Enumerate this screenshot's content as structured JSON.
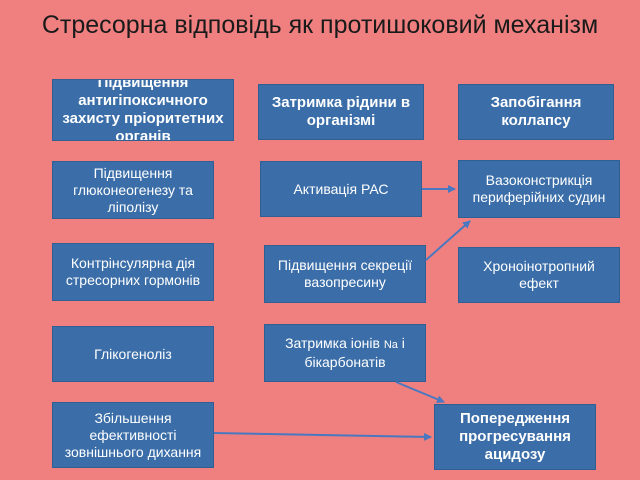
{
  "title": "Стресорна відповідь як протишоковий механізм",
  "headers": {
    "col1": "Підвищення антигіпоксичного захисту пріоритетних органів",
    "col2": "Затримка рідини в організмі",
    "col3": "Запобігання коллапсу"
  },
  "col1": [
    "Підвищення глюконеогенезу та ліполізу",
    "Контрінсулярна дія стресорних гормонів",
    "Глікогеноліз",
    "Збільшення ефективності зовнішнього дихання"
  ],
  "col2": {
    "item1": "Активація РАС",
    "item2": "Підвищення секреції вазопресину",
    "item3_before": "Затримка іонів ",
    "item3_na": "Na",
    "item3_after": " і бікарбонатів"
  },
  "col3": [
    "Вазоконстрикція периферійних судин",
    "Хроноінотропний ефект"
  ],
  "result": "Попередження прогресування ацидозу",
  "colors": {
    "background": "#F08080",
    "box_fill": "#3B6EA8",
    "arrow": "#4A78C0"
  }
}
